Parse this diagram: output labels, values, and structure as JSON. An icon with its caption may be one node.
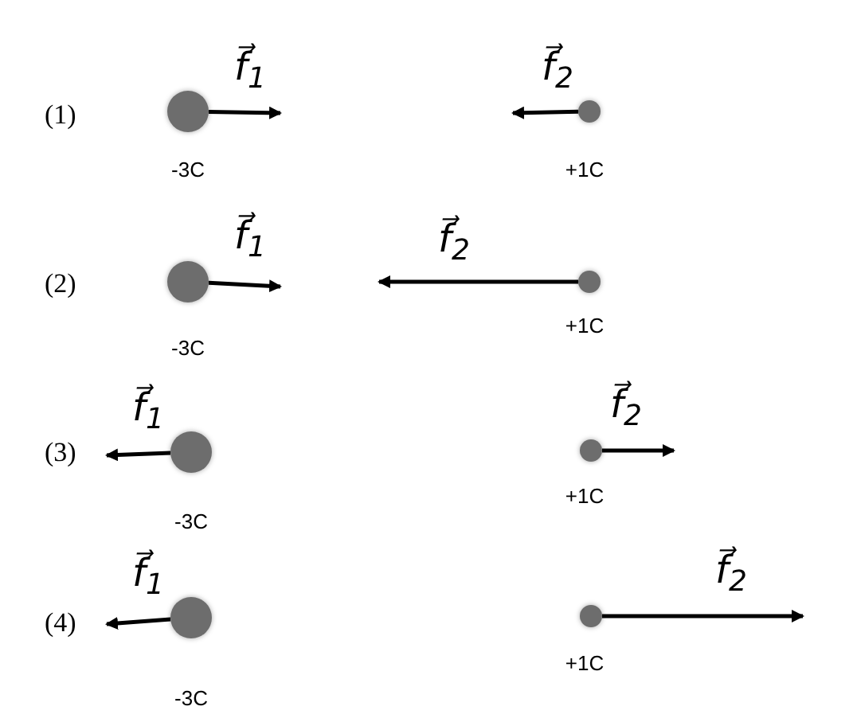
{
  "diagram": {
    "nodes": [
      {
        "text": [],
        "shape": "circle",
        "beside": [
          "-3C"
        ]
      },
      {
        "text": [],
        "shape": "circle",
        "beside": [
          "+1C"
        ]
      },
      {
        "text": [],
        "shape": "circle",
        "beside": [
          "-3C"
        ]
      },
      {
        "text": [],
        "shape": "circle",
        "beside": [
          "+1C"
        ]
      },
      {
        "text": [],
        "shape": "circle",
        "beside": [
          "-3C"
        ]
      },
      {
        "text": [],
        "shape": "circle",
        "beside": [
          "+1C"
        ]
      },
      {
        "text": [],
        "shape": "circle",
        "beside": [
          "-3C"
        ]
      },
      {
        "text": [],
        "shape": "circle",
        "beside": [
          "+1C"
        ]
      }
    ],
    "edges": [
      {
        "from": 0,
        "to": null,
        "arrow": "to",
        "label": "f⃗$_{1}$"
      },
      {
        "from": 1,
        "to": null,
        "arrow": "to",
        "label": "f⃗$_{2}$"
      },
      {
        "from": 2,
        "to": null,
        "arrow": "to",
        "label": "f⃗$_{1}$"
      },
      {
        "from": 3,
        "to": null,
        "arrow": "to",
        "label": "f⃗$_{2}$"
      },
      {
        "from": 4,
        "to": null,
        "arrow": "to",
        "label": "f⃗$_{1}$"
      },
      {
        "from": 5,
        "to": null,
        "arrow": "to",
        "label": "f⃗$_{2}$"
      },
      {
        "from": 6,
        "to": null,
        "arrow": "to",
        "label": "f⃗$_{1}$"
      },
      {
        "from": 7,
        "to": null,
        "arrow": "to",
        "label": "f⃗$_{2}$"
      }
    ],
    "labels": [
      "(1)",
      "(2)",
      "(3)",
      "(4)"
    ]
  }
}
